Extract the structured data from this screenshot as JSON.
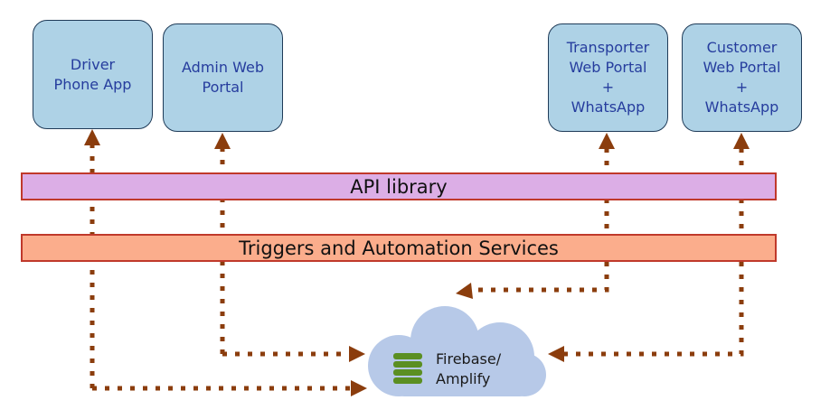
{
  "clients": [
    {
      "id": "driver",
      "lines": [
        "Driver",
        "Phone App"
      ]
    },
    {
      "id": "admin",
      "lines": [
        "Admin Web",
        "Portal"
      ]
    },
    {
      "id": "transporter",
      "lines": [
        "Transporter",
        "Web Portal",
        "+",
        "WhatsApp"
      ]
    },
    {
      "id": "customer",
      "lines": [
        "Customer",
        "Web Portal",
        "+",
        "WhatsApp"
      ]
    }
  ],
  "layers": {
    "api": "API library",
    "triggers": "Triggers and Automation Services"
  },
  "backend": {
    "lines": [
      "Firebase/",
      "Amplify"
    ],
    "icon": "database-icon"
  },
  "colors": {
    "client_fill": "#aed2e6",
    "client_border": "#1f3b58",
    "client_text": "#263d9e",
    "api_fill": "#dcaee6",
    "triggers_fill": "#fbad8c",
    "bar_border": "#c0392b",
    "link": "#8b3d0d",
    "cloud": "#b7c9e8",
    "database": "#5b8f22"
  }
}
